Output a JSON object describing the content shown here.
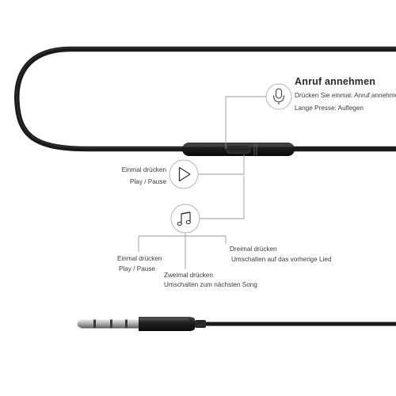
{
  "call": {
    "title": "Anruf annehmen",
    "line1": "Drücken Sie einmal: Anruf annehmen",
    "line2": "Lange Presse: Auflegen"
  },
  "play": {
    "action": "Einmal drücken",
    "result": "Play / Pause"
  },
  "music": {
    "once_action": "Einmal drücken",
    "once_result": "Play / Pause",
    "twice_action": "Zweimal drücken",
    "twice_result": "Umschalten zum nächsten Song",
    "thrice_action": "Dreimal drücken",
    "thrice_result": "Umschalten auf das vorherige Lied"
  },
  "icons": {
    "microphone": "microphone-icon",
    "play": "play-icon",
    "music": "music-note-icon"
  },
  "colors": {
    "cable": "#1a1a1a",
    "leader_line": "#9a9a9a",
    "text": "#3a3a3a"
  }
}
